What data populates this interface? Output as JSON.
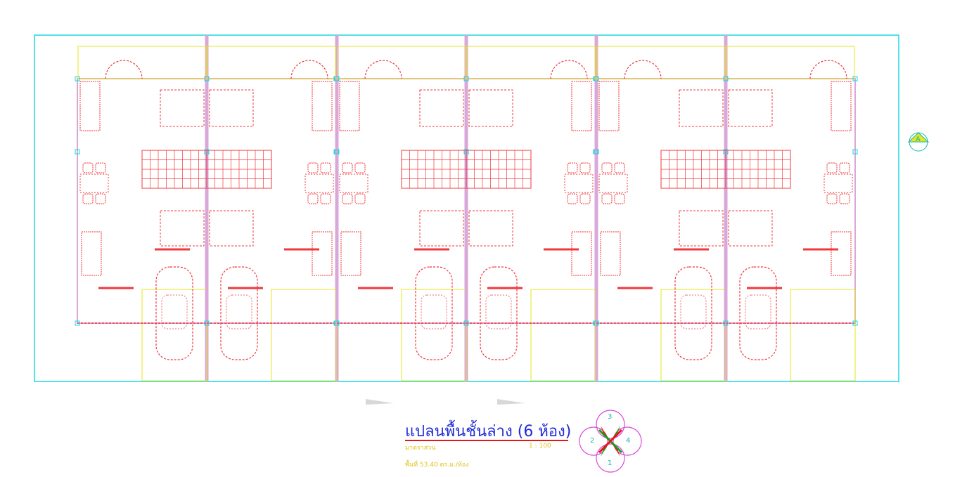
{
  "title": {
    "main": "แปลนพื้นชั้นล่าง (6  ห้อง)",
    "scale_label": "มาตราส่วน",
    "scale_value": "1 : 100",
    "area": "พื้นที่  53.40   ตร.ม./ห้อง"
  },
  "section_marker": {
    "label": "A"
  },
  "compass": {
    "labels": [
      "1",
      "2",
      "3",
      "4"
    ]
  },
  "colors": {
    "boundary": "#18d9e0",
    "furniture": "#f0383c",
    "wall": "#d9a8d9",
    "yellow": "#e6e61e",
    "text_blue": "#1f2bd6",
    "text_yellow": "#e0c21e"
  }
}
